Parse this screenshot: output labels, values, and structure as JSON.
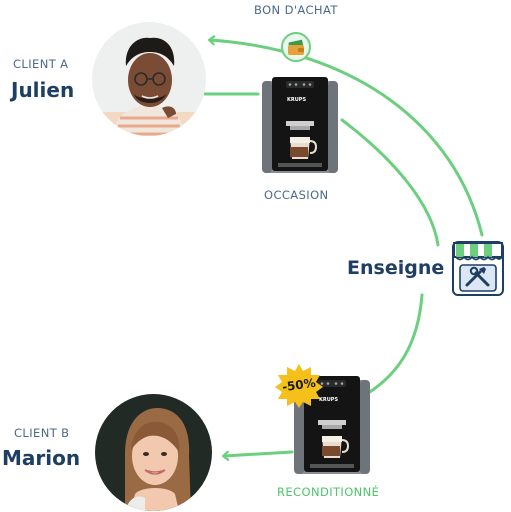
{
  "client_a": {
    "tag": "CLIENT A",
    "name": "Julien"
  },
  "client_b": {
    "tag": "CLIENT B",
    "name": "Marion"
  },
  "voucher": {
    "label": "BON D'ACHAT"
  },
  "used_machine": {
    "label": "OCCASION",
    "brand": "KRUPS"
  },
  "refurbished_machine": {
    "label": "RECONDITIONNÉ",
    "brand": "KRUPS",
    "discount": "-50%"
  },
  "retailer": {
    "label": "Enseigne"
  },
  "icons": {
    "voucher": "wallet-cash-icon",
    "retailer": "store-tools-icon",
    "discount": "discount-starburst-icon"
  },
  "colors": {
    "accent_green": "#6ccf7f",
    "navy": "#1e3f63",
    "muted_blue": "#4a6a8c",
    "badge_yellow": "#f5c01a"
  }
}
